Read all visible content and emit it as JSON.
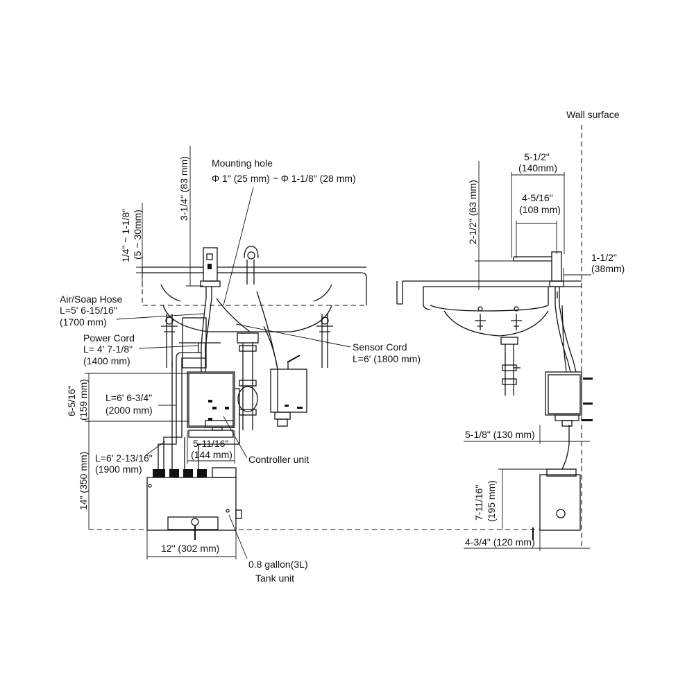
{
  "labels": {
    "wall_surface": "Wall surface",
    "mounting_hole_title": "Mounting hole",
    "mounting_hole_size": "Φ 1\" (25 mm) ~ Φ 1-1/8\" (28 mm)",
    "air_soap_hose_1": "Air/Soap Hose",
    "air_soap_hose_2": "L=5' 6-15/16\"",
    "air_soap_hose_3": "(1700 mm)",
    "power_cord_1": "Power Cord",
    "power_cord_2": "L= 4' 7-1/8\"",
    "power_cord_3": "(1400 mm)",
    "sensor_cord_1": "Sensor Cord",
    "sensor_cord_2": "L=6' (1800 mm)",
    "hose_2000_1": "L=6' 6-3/4\"",
    "hose_2000_2": "(2000 mm)",
    "hose_1900_1": "L=6' 2-13/16\"",
    "hose_1900_2": "(1900 mm)",
    "controller_unit": "Controller unit",
    "tank_unit_1": "0.8 gallon(3L)",
    "tank_unit_2": "Tank unit"
  },
  "dimensions": {
    "d_3_1_4": "3-1/4\" (83 mm)",
    "d_1_4_a": "1/4\" ~ 1-1/8\"",
    "d_1_4_b": "(5 ~ 30mm)",
    "d_6_5_16_a": "6-5/16\"",
    "d_6_5_16_b": "(159 mm)",
    "d_14_a": "14\" (350 mm)",
    "d_5_11_16_a": "5-11/16\"",
    "d_5_11_16_b": "(144 mm)",
    "d_12": "12\" (302 mm)",
    "d_5_1_2_a": "5-1/2\"",
    "d_5_1_2_b": "(140mm)",
    "d_4_5_16_a": "4-5/16\"",
    "d_4_5_16_b": "(108 mm)",
    "d_2_1_2": "2-1/2\" (63 mm)",
    "d_1_1_2_a": "1-1/2\"",
    "d_1_1_2_b": "(38mm)",
    "d_5_1_8": "5-1/8\" (130 mm)",
    "d_7_11_16_a": "7-11/16\"",
    "d_7_11_16_b": "(195 mm)",
    "d_4_3_4": "4-3/4\" (120 mm)"
  }
}
